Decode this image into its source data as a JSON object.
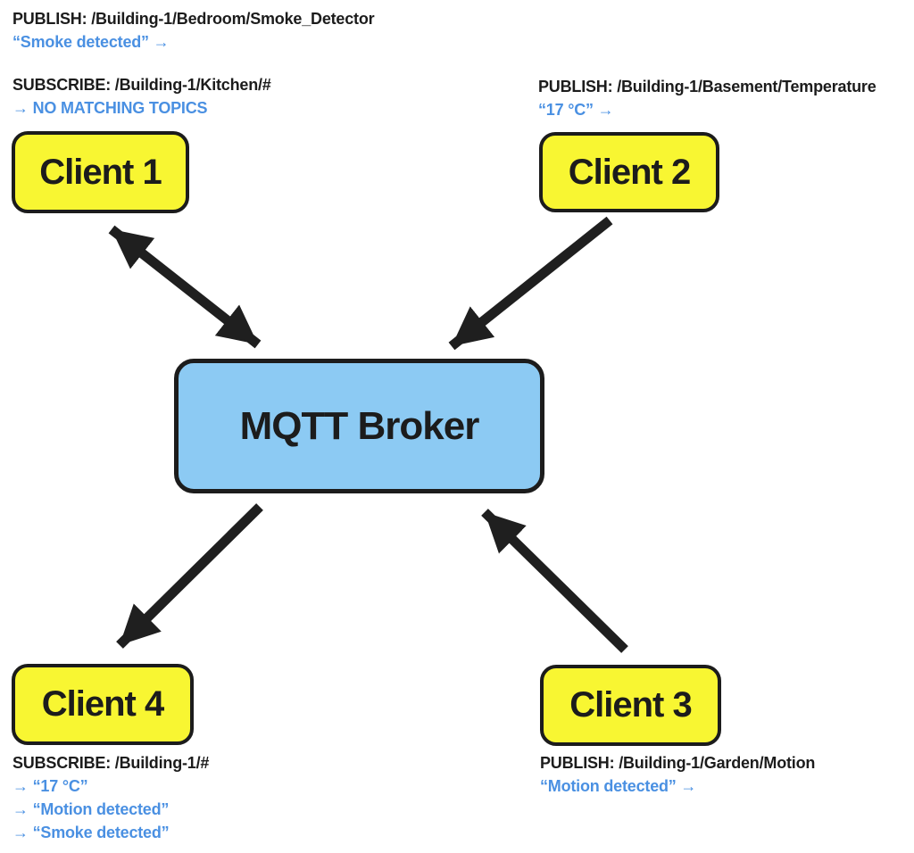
{
  "colors": {
    "client_fill": "#F8F632",
    "broker_fill": "#8CCAF3",
    "blue_text": "#4A90E2",
    "ink": "#1C1C1C"
  },
  "broker": {
    "label": "MQTT Broker"
  },
  "clients": [
    {
      "label": "Client 1"
    },
    {
      "label": "Client 2"
    },
    {
      "label": "Client 3"
    },
    {
      "label": "Client 4"
    }
  ],
  "notes": {
    "client1_publish": {
      "topic": "PUBLISH: /Building-1/Bedroom/Smoke_Detector",
      "message": "“Smoke detected” →"
    },
    "client1_subscribe": {
      "topic": "SUBSCRIBE: /Building-1/Kitchen/#",
      "result": "→ NO MATCHING TOPICS"
    },
    "client2_publish": {
      "topic": "PUBLISH: /Building-1/Basement/Temperature",
      "message": "“17 °C” →"
    },
    "client3_publish": {
      "topic": "PUBLISH: /Building-1/Garden/Motion",
      "message": "“Motion detected” →"
    },
    "client4_subscribe": {
      "topic": "SUBSCRIBE: /Building-1/#",
      "received": [
        "→ “17 °C”",
        "→ “Motion detected”",
        "→ “Smoke detected”"
      ]
    }
  }
}
